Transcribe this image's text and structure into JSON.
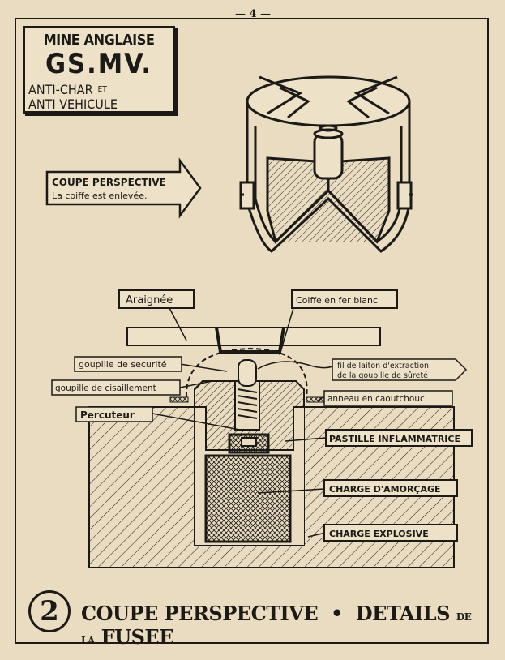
{
  "page_number": "— 4 —",
  "title": {
    "line1": "MINE ANGLAISE",
    "line2": "GS.MV.",
    "line3": "ANTI-CHAR",
    "line3_suffix": "ET",
    "line4": "ANTI VEHICULE"
  },
  "perspective_arrow": {
    "line1": "COUPE PERSPECTIVE",
    "line2": "La coiffe est enlevée."
  },
  "labels": {
    "araignee": "Araignée",
    "coiffe": "Coiffe en fer blanc",
    "goupille_securite": "goupille de securité",
    "fil_laiton_1": "fil de laiton d'extraction",
    "fil_laiton_2": "de la goupille de sûreté",
    "goupille_cisaillement": "goupille de cisaillement",
    "anneau": "anneau en caoutchouc",
    "percuteur": "Percuteur",
    "pastille": "PASTILLE INFLAMMATRICE",
    "charge_amorcage": "CHARGE D'AMORÇAGE",
    "charge_explosive": "CHARGE EXPLOSIVE"
  },
  "caption": {
    "number": "2",
    "part1": "COUPE PERSPECTIVE",
    "dot": "•",
    "part2": "DETAILS",
    "part3": "DE LA",
    "part4": "FUSEE"
  }
}
